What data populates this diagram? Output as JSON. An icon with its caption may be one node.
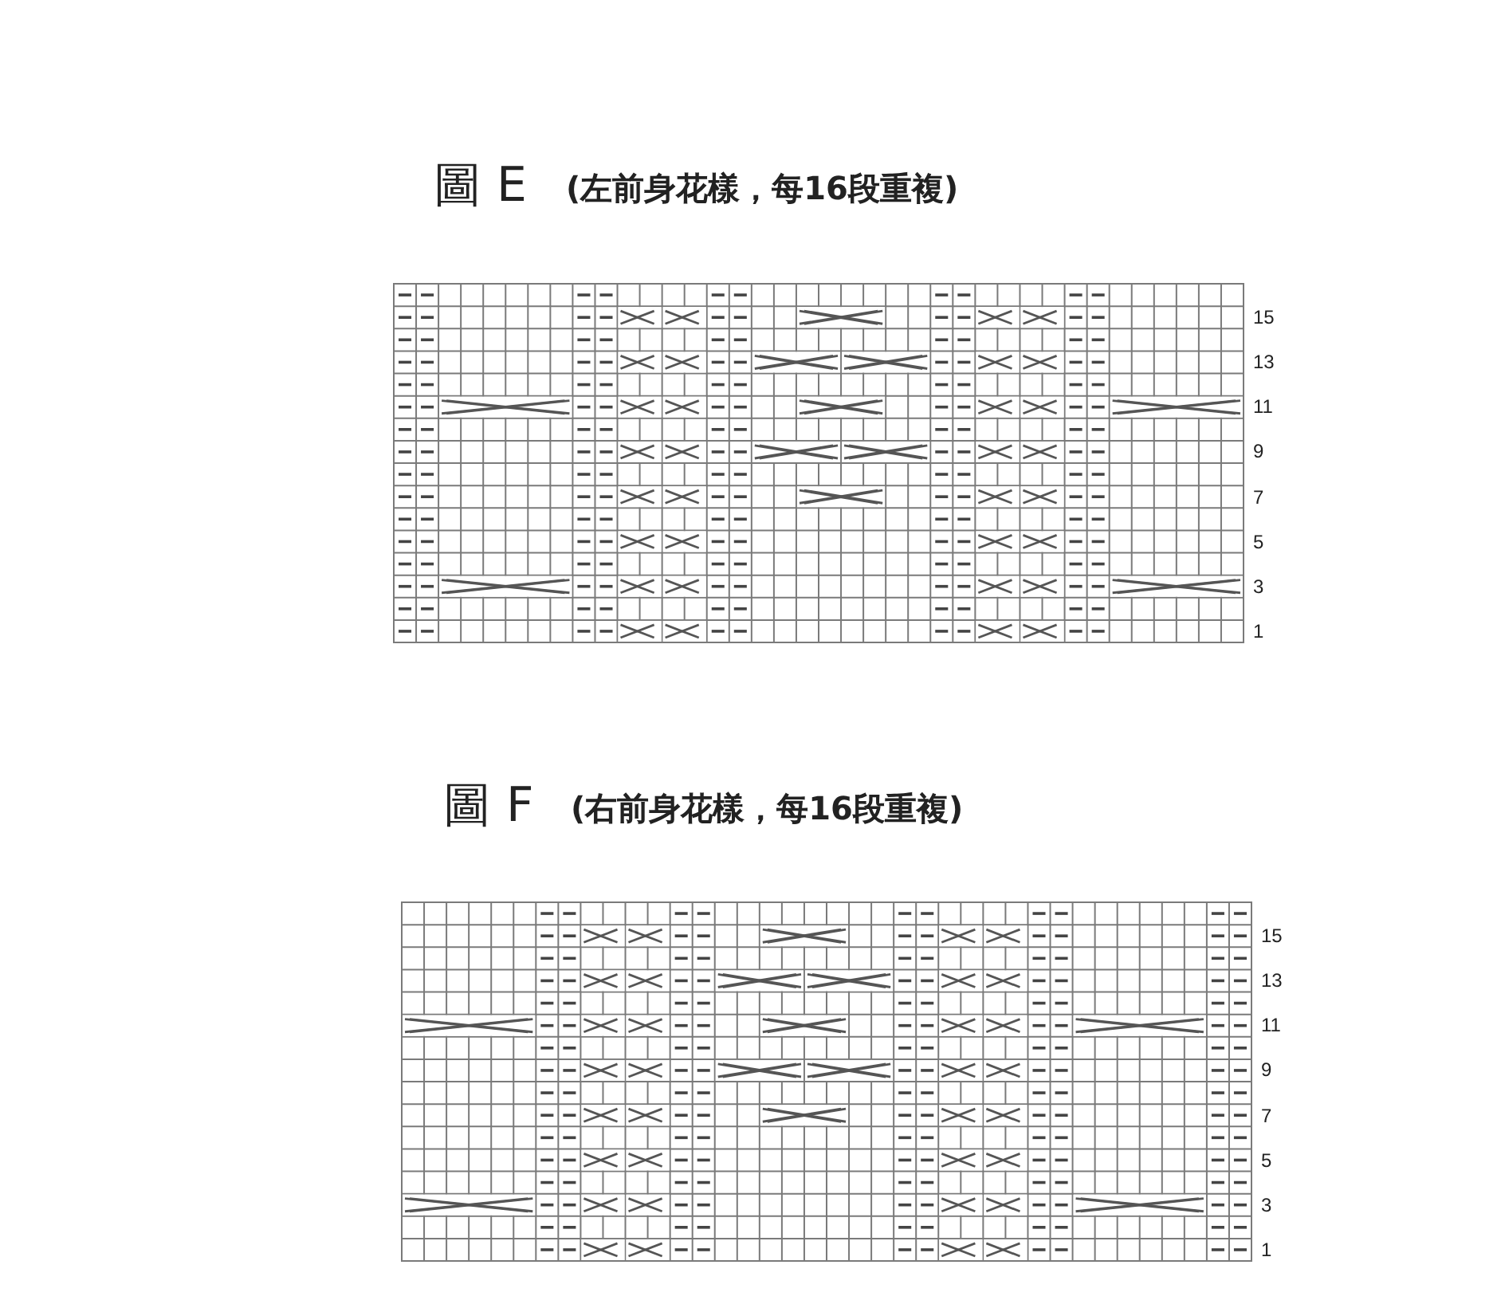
{
  "diagram": {
    "labels": [
      "圖 E",
      "(左前身花樣，每16段重複)",
      "15",
      "13",
      "11",
      "9",
      "7",
      "5",
      "3",
      "1",
      "圖 F",
      "(右前身花樣，每16段重複)",
      "15",
      "13",
      "11",
      "9",
      "7",
      "5",
      "3",
      "1"
    ]
  }
}
